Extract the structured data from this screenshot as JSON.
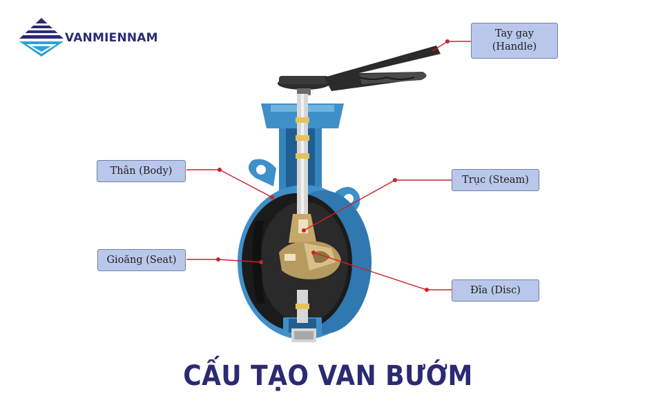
{
  "brand": {
    "name": "VANMIENNAM",
    "color": "#2b2a73",
    "logo": "layered-pyramid-logo"
  },
  "title": "CẤU TẠO VAN BƯỚM",
  "labels": {
    "handle": {
      "line1": "Tay gay",
      "line2": "(Handle)"
    },
    "body": "Thân (Body)",
    "stem": "Trục (Steam)",
    "seat": "Gioăng (Seat)",
    "disc": "Đĩa (Disc)"
  },
  "colors": {
    "label_fill": "#b9c8ea",
    "label_border": "#6f7fa8",
    "leader_line": "#cf1f2a",
    "valve_body": "#3f8fc9",
    "seat": "#1b1b1b",
    "disc": "#b79a5f",
    "handle": "#2a2a2a"
  }
}
